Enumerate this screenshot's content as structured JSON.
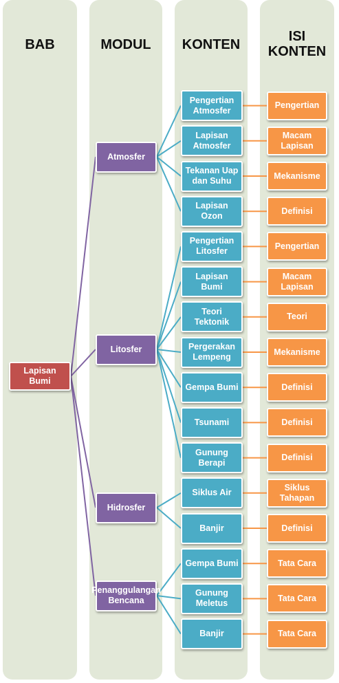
{
  "headers": {
    "bab": "BAB",
    "modul": "MODUL",
    "konten": "KONTEN",
    "isi": "ISI\nKONTEN"
  },
  "bab": "Lapisan Bumi",
  "modules": [
    {
      "label": "Atmosfer",
      "contents": [
        {
          "label": "Pengertian Atmosfer",
          "isi": "Pengertian"
        },
        {
          "label": "Lapisan Atmosfer",
          "isi": "Macam Lapisan"
        },
        {
          "label": "Tekanan Uap dan Suhu",
          "isi": "Mekanisme"
        },
        {
          "label": "Lapisan Ozon",
          "isi": "Definisi"
        }
      ]
    },
    {
      "label": "Litosfer",
      "contents": [
        {
          "label": "Pengertian Litosfer",
          "isi": "Pengertian"
        },
        {
          "label": "Lapisan Bumi",
          "isi": "Macam Lapisan"
        },
        {
          "label": "Teori Tektonik",
          "isi": "Teori"
        },
        {
          "label": "Pergerakan Lempeng",
          "isi": "Mekanisme"
        },
        {
          "label": "Gempa Bumi",
          "isi": "Definisi"
        },
        {
          "label": "Tsunami",
          "isi": "Definisi"
        },
        {
          "label": "Gunung Berapi",
          "isi": "Definisi"
        }
      ]
    },
    {
      "label": "Hidrosfer",
      "contents": [
        {
          "label": "Siklus Air",
          "isi": "Siklus Tahapan"
        },
        {
          "label": "Banjir",
          "isi": "Definisi"
        }
      ]
    },
    {
      "label": "Penanggulangan Bencana",
      "contents": [
        {
          "label": "Gempa Bumi",
          "isi": "Tata Cara"
        },
        {
          "label": "Gunung Meletus",
          "isi": "Tata Cara"
        },
        {
          "label": "Banjir",
          "isi": "Tata Cara"
        }
      ]
    }
  ],
  "colors": {
    "bab": "#c0504d",
    "modul": "#8064a2",
    "konten": "#4bacc6",
    "isi": "#f79646",
    "column_bg": "#e2e8d8"
  }
}
